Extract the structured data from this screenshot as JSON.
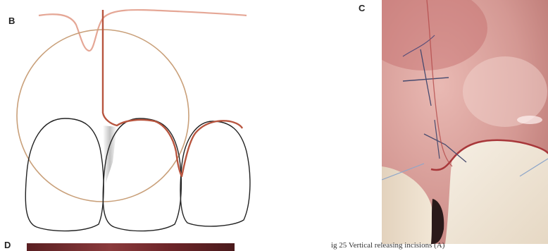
{
  "figure": {
    "panel_b_label": "B",
    "panel_c_label": "C",
    "panel_d_label": "D",
    "caption_text": "ig 25 Vertical releasing incisions (A)",
    "colors": {
      "incision_line": "#c0604f",
      "circle": "#c9a07a",
      "tooth_outline": "#222222",
      "soft_curve": "#e0a08f",
      "gingiva": "#d9a5a0",
      "tooth_enamel": "#f4ece2"
    }
  }
}
